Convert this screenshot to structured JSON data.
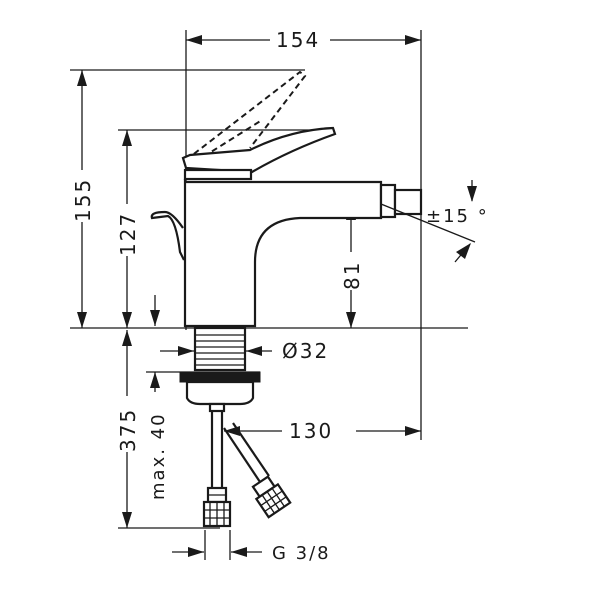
{
  "drawing": {
    "dimensions": {
      "width_top": "154",
      "total_height": "155",
      "lever_height": "127",
      "spout_height": "81",
      "thread_diameter": "Ø32",
      "angle": "±15 °",
      "projection": "130",
      "hose_length": "375",
      "max_thickness": "max. 40",
      "connection": "G 3/8"
    }
  }
}
